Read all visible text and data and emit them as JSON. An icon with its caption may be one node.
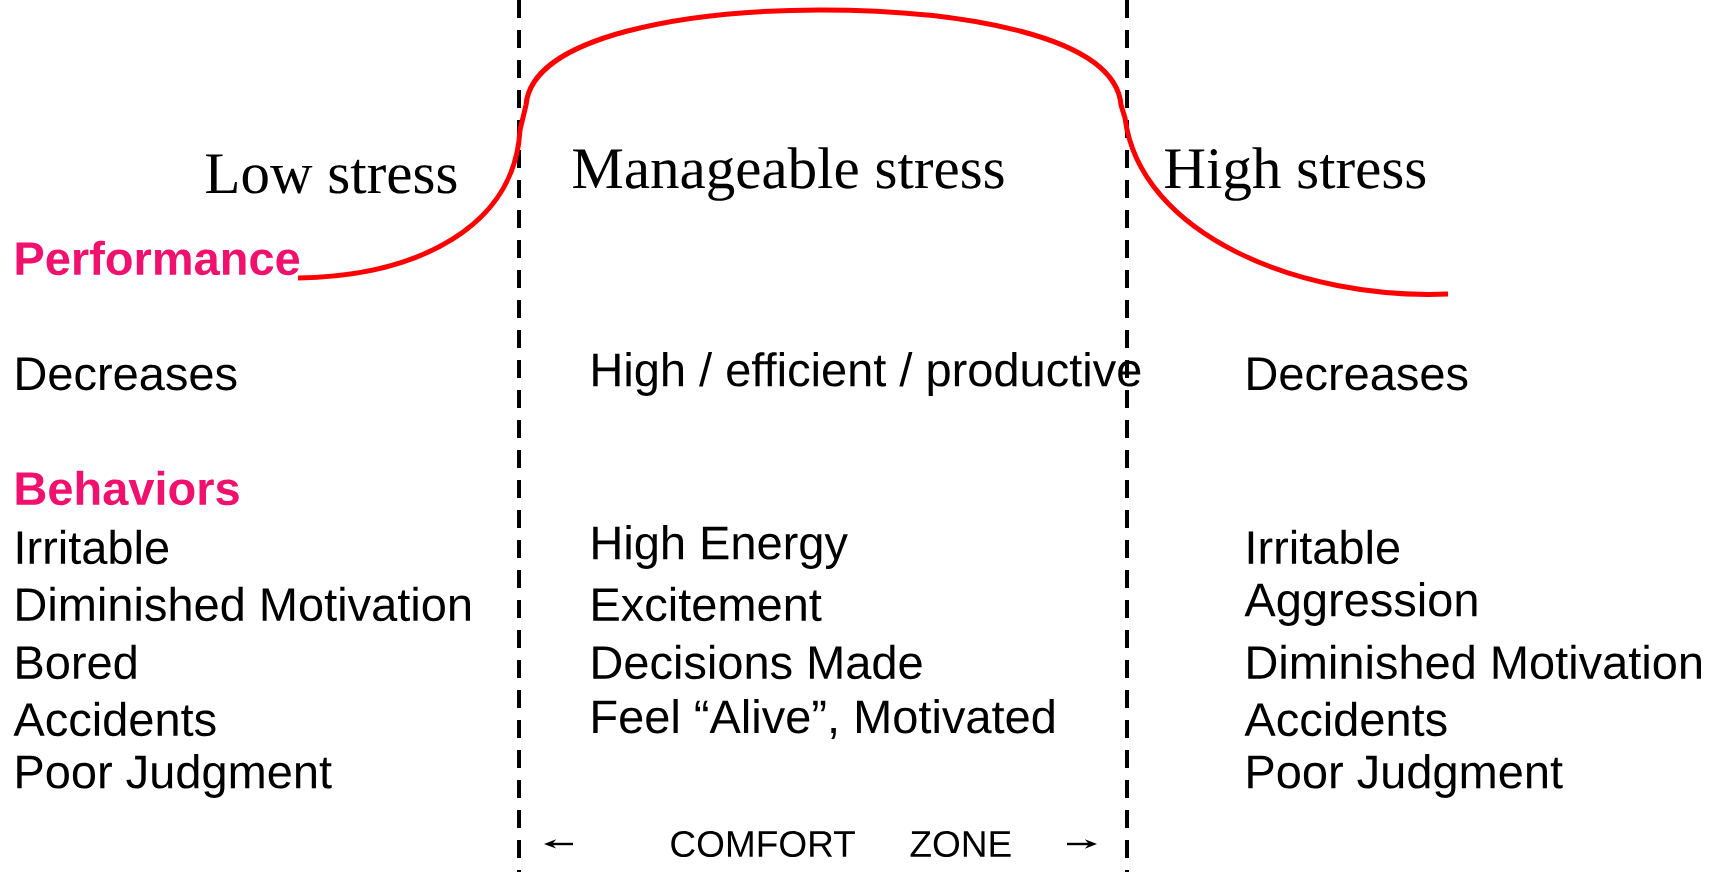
{
  "diagram": {
    "labels": [
      "Low stress",
      "Manageable stress",
      "High stress",
      "Performance",
      "Decreases",
      "High / efficient / productive",
      "Decreases",
      "Behaviors",
      "Irritable",
      "High Energy",
      "Irritable",
      "Diminished Motivation",
      "Excitement",
      "Aggression",
      "Bored",
      "Decisions Made",
      "Diminished Motivation",
      "Accidents",
      "Feel “Alive”, Motivated",
      "Accidents",
      "Poor Judgment",
      "Poor Judgment",
      "COMFORT",
      "ZONE"
    ]
  }
}
